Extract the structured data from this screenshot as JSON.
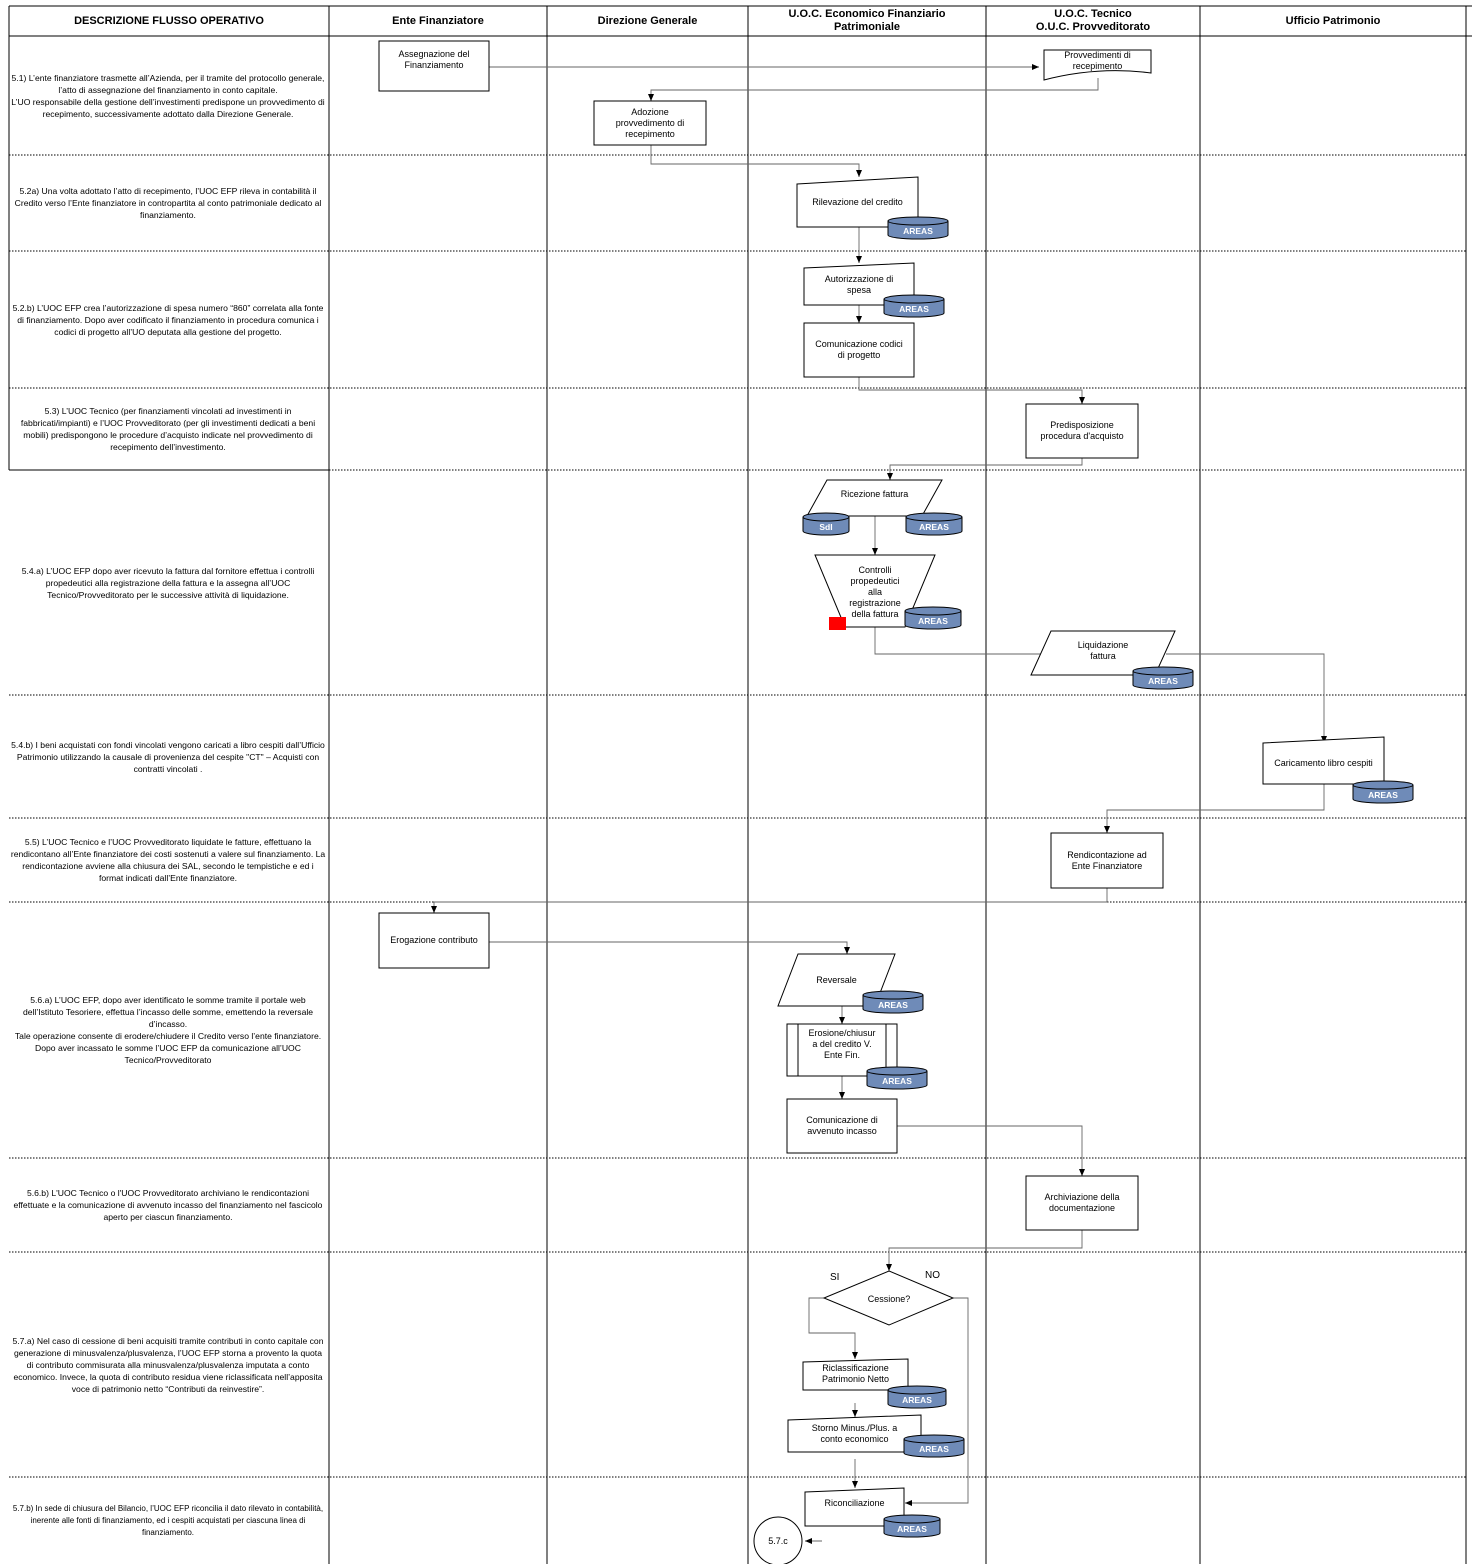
{
  "headers": {
    "description": "DESCRIZIONE FLUSSO OPERATIVO",
    "lane1": "Ente Finanziatore",
    "lane2": "Direzione Generale",
    "lane3": "U.O.C. Economico Finanziario\nPatrimoniale",
    "lane4": "U.O.C. Tecnico\nO.U.C. Provveditorato",
    "lane5": "Ufficio Patrimonio"
  },
  "steps": {
    "s1": "5.1) L’ente finanziatore trasmette all’Azienda, per il tramite del protocollo generale, l’atto di assegnazione del finanziamento in conto capitale.\nL’UO responsabile della gestione dell’investimenti predispone un provvedimento di recepimento, successivamente adottato dalla Direzione Generale.",
    "s2": "5.2a) Una volta adottato l’atto di recepimento, l’UOC EFP rileva in contabilità il Credito verso l’Ente finanziatore in contropartita al conto patrimoniale dedicato al finanziamento.",
    "s3": "5.2.b) L’UOC EFP crea l’autorizzazione di spesa numero “860” correlata alla fonte di finanziamento. Dopo aver codificato il finanziamento in procedura comunica i codici di progetto all’UO deputata alla gestione del progetto.",
    "s4": "5.3) L’UOC Tecnico (per finanziamenti vincolati ad investimenti in fabbricati/impianti) e l’UOC Provveditorato (per gli investimenti dedicati a beni mobili) predispongono le procedure d’acquisto indicate nel provvedimento di recepimento dell’investimento.",
    "s5": "5.4.a) L’UOC EFP dopo aver ricevuto la fattura dal fornitore effettua i controlli propedeutici alla registrazione della fattura e la assegna all’UOC Tecnico/Provveditorato per le successive attività di liquidazione.",
    "s6": "5.4.b) I  beni acquistati con fondi vincolati vengono caricati a libro cespiti dall’Ufficio Patrimonio utilizzando la causale di provenienza del cespite \"CT\" – Acquisti con contratti vincolati .",
    "s7": "5.5) L’UOC Tecnico e l’UOC Provveditorato liquidate le fatture, effettuano la rendicontano all’Ente finanziatore dei costi sostenuti a valere sul finanziamento. La rendicontazione avviene alla chiusura dei SAL, secondo le tempistiche e ed i format indicati dall’Ente finanziatore.",
    "s8": "5.6.a) L’UOC EFP, dopo aver identificato le somme tramite il portale web dell’Istituto Tesoriere, effettua l’incasso delle somme, emettendo la reversale d’incasso.\nTale operazione consente di erodere/chiudere il Credito verso l’ente finanziatore. Dopo aver incassato le somme l’UOC EFP da comunicazione all’UOC Tecnico/Provveditorato",
    "s9": "5.6.b) L'UOC Tecnico o l'UOC Provveditorato archiviano le rendicontazioni effettuate e la comunicazione di avvenuto incasso del finanziamento nel fascicolo aperto per ciascun finanziamento.",
    "s10": "5.7.a) Nel caso di cessione di beni acquisiti tramite contributi in conto capitale con generazione di minusvalenza/plusvalenza, l’UOC EFP storna a provento la quota di contributo commisurata alla minusvalenza/plusvalenza imputata a conto economico. Invece, la quota di contributo residua viene riclassificata nell’apposita voce di patrimonio netto “Contributi da reinvestire”.",
    "s11": "5.7.b) In sede di chiusura del Bilancio, l’UOC EFP riconcilia il dato rilevato in contabilità, inerente alle fonti di finanziamento, ed i cespiti acquistati per ciascuna linea di finanziamento."
  },
  "nodes": {
    "assegnazione": "Assegnazione del\nFinanziamento",
    "provv_recepimento": "Provvedimenti di\nrecepimento",
    "adozione": "Adozione\nprovvedimento di\nrecepimento",
    "rilevazione": "Rilevazione del credito",
    "autorizzazione": "Autorizzazione di\nspesa",
    "comunicazione_codici": "Comunicazione codici\ndi progetto",
    "predisposizione": "Predisposizione\nprocedura d'acquisto",
    "ricezione": "Ricezione fattura",
    "controlli": "Controlli\npropedeutici\nalla\nregistrazione\ndella fattura",
    "liquidazione": "Liquidazione\nfattura",
    "caricamento": "Caricamento libro cespiti",
    "rendicontazione": "Rendicontazione ad\nEnte Finanziatore",
    "erogazione": "Erogazione contributo",
    "reversale": "Reversale",
    "erosione": "Erosione/chiusur\na del credito V.\nEnte Fin.",
    "comunicazione_incasso": "Comunicazione di\navvenuto incasso",
    "archiviazione": "Archiviazione della\ndocumentazione",
    "cessione": "Cessione?",
    "riclassificazione": "Riclassificazione\nPatrimonio Netto",
    "storno": "Storno Minus./Plus. a\nconto economico",
    "riconciliazione": "Riconciliazione",
    "connector": "5.7.c"
  },
  "tags": {
    "areas": "AREAS",
    "sdi": "SdI"
  },
  "decision": {
    "yes": "SI",
    "no": "NO"
  },
  "colors": {
    "db_fill": "#6f8bb8",
    "marker": "#ff0000",
    "line": "#666666"
  }
}
